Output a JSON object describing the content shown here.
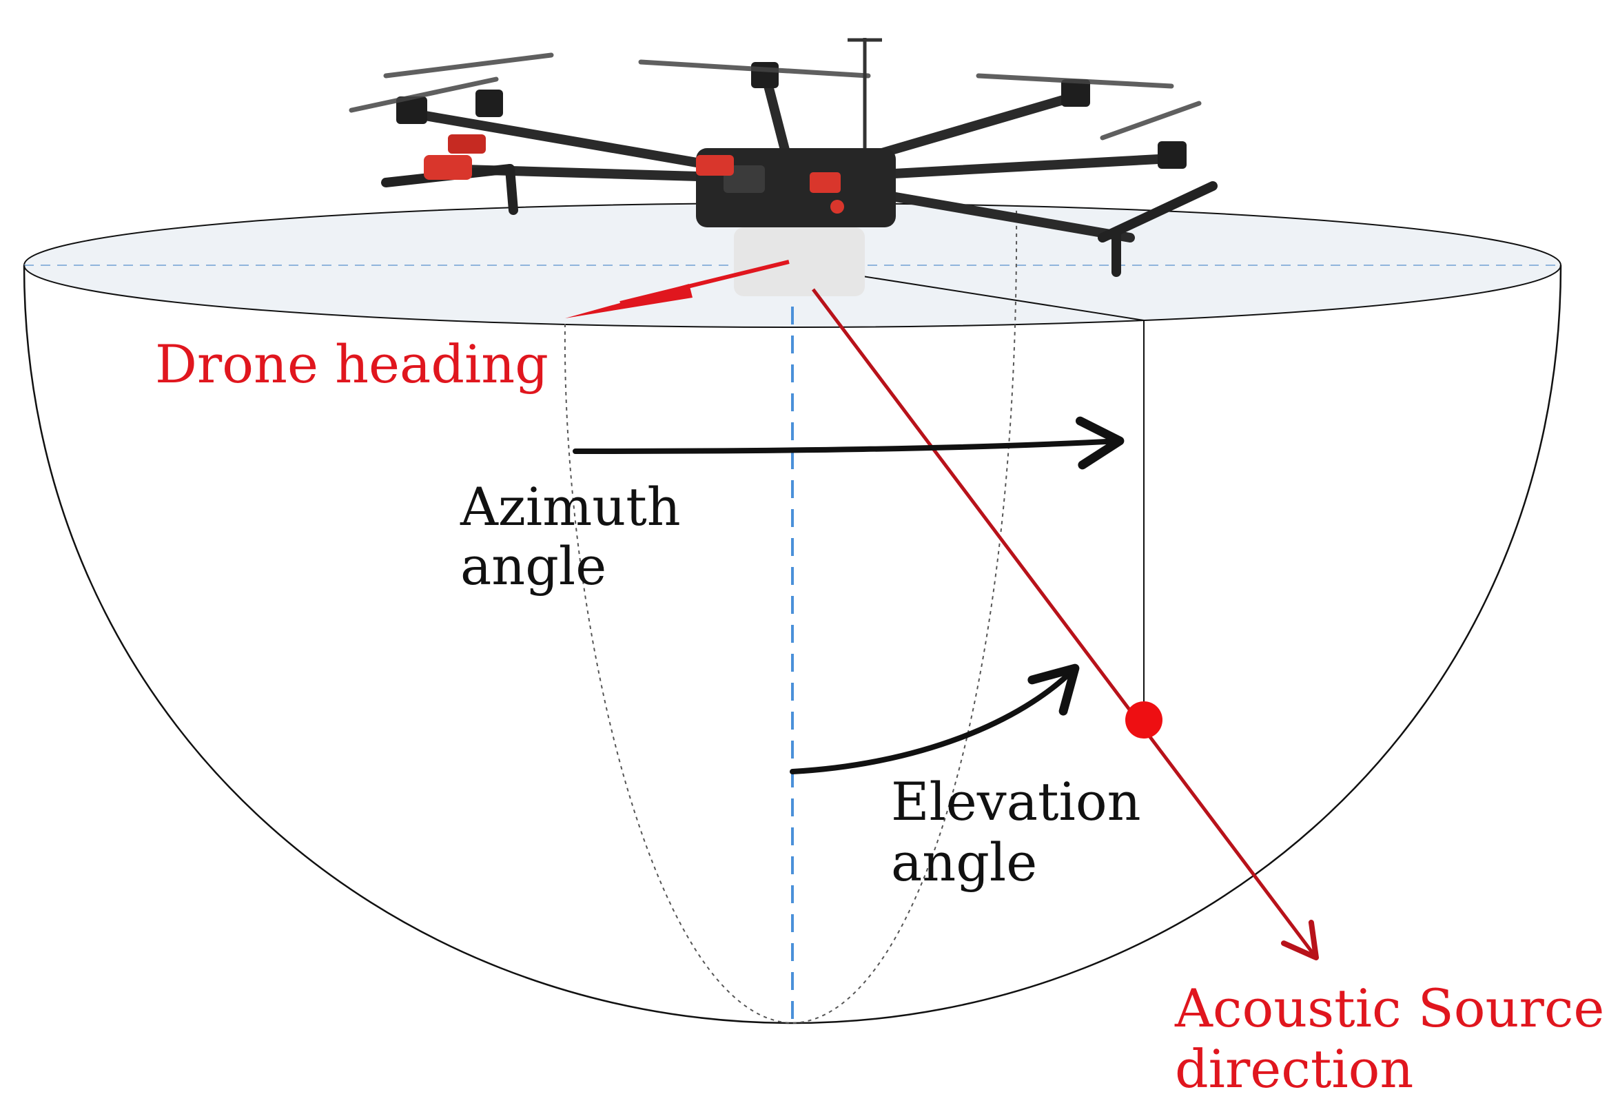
{
  "labels": {
    "drone_heading": "Drone heading",
    "azimuth_line1": "Azimuth",
    "azimuth_line2": "angle",
    "elevation_line1": "Elevation",
    "elevation_line2": "angle",
    "acoustic_line1": "Acoustic Source",
    "acoustic_line2": "direction"
  },
  "colors": {
    "heading_red": "#e0161e",
    "source_dark_red": "#b8121a",
    "vertical_axis_blue": "#4a90d9",
    "outline_black": "#111111",
    "top_plane_fill": "#eef2f6"
  }
}
